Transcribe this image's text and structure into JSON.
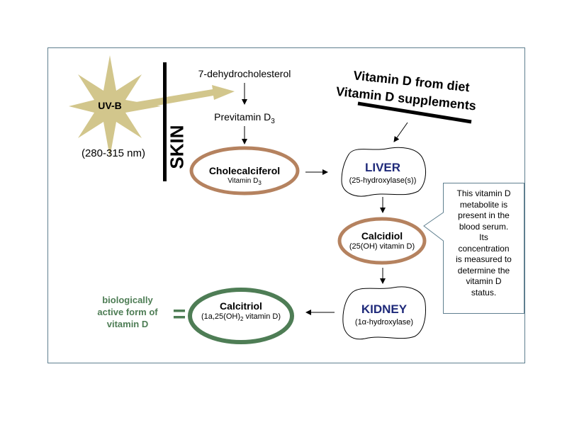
{
  "uv": {
    "label": "UV-B",
    "range": "(280-315 nm)"
  },
  "skin": {
    "label": "SKIN"
  },
  "steps": {
    "precursor": "7-dehydrocholesterol",
    "previtamin": "Previtamin D",
    "previtamin_sub": "3"
  },
  "cholecalciferol": {
    "name": "Cholecalciferol",
    "sub_label": "Vitamin D",
    "sub_index": "3"
  },
  "diet": {
    "line1": "Vitamin D from diet",
    "line2": "Vitamin D supplements"
  },
  "liver": {
    "name": "LIVER",
    "enzyme": "(25-hydroxylase(s))"
  },
  "calcidiol": {
    "name": "Calcidiol",
    "sub_label": "(25(OH) vitamin D)"
  },
  "kidney": {
    "name": "KIDNEY",
    "enzyme": "(1α-hydroxylase)"
  },
  "calcitriol": {
    "name": "Calcitriol",
    "sub_label_a": "(1a,25(OH)",
    "sub_index": "2",
    "sub_label_b": " vitamin D)"
  },
  "active_form": {
    "line1": "biologically",
    "line2": "active form of",
    "line3": "vitamin D",
    "equals": "="
  },
  "callout": {
    "lines": [
      "This vitamin D",
      "metabolite is",
      "present in the",
      "blood serum.",
      "Its",
      "concentration",
      "is measured to",
      "determine the",
      "vitamin D",
      "status."
    ]
  },
  "colors": {
    "uv": "#d2c68c",
    "brown": "#b5825f",
    "green": "#4e7d55",
    "navy": "#1f2a7a",
    "frame": "#5f7f8f"
  }
}
